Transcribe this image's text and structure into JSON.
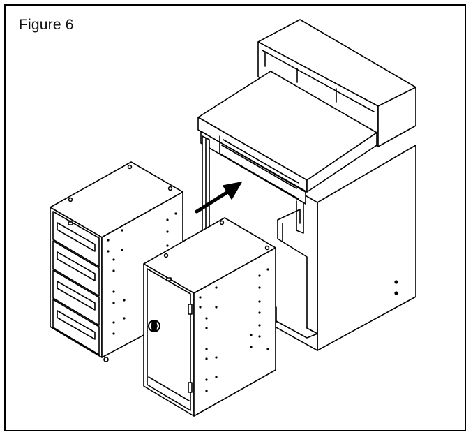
{
  "figure": {
    "label": "Figure 6"
  },
  "colors": {
    "line": "#000000",
    "background": "#ffffff",
    "dark_face": "#d9d9d9"
  },
  "illustration": {
    "components": [
      "workstation-desk-frame",
      "file-drawer-cabinet",
      "door-storage-cabinet",
      "direction-arrow"
    ]
  }
}
